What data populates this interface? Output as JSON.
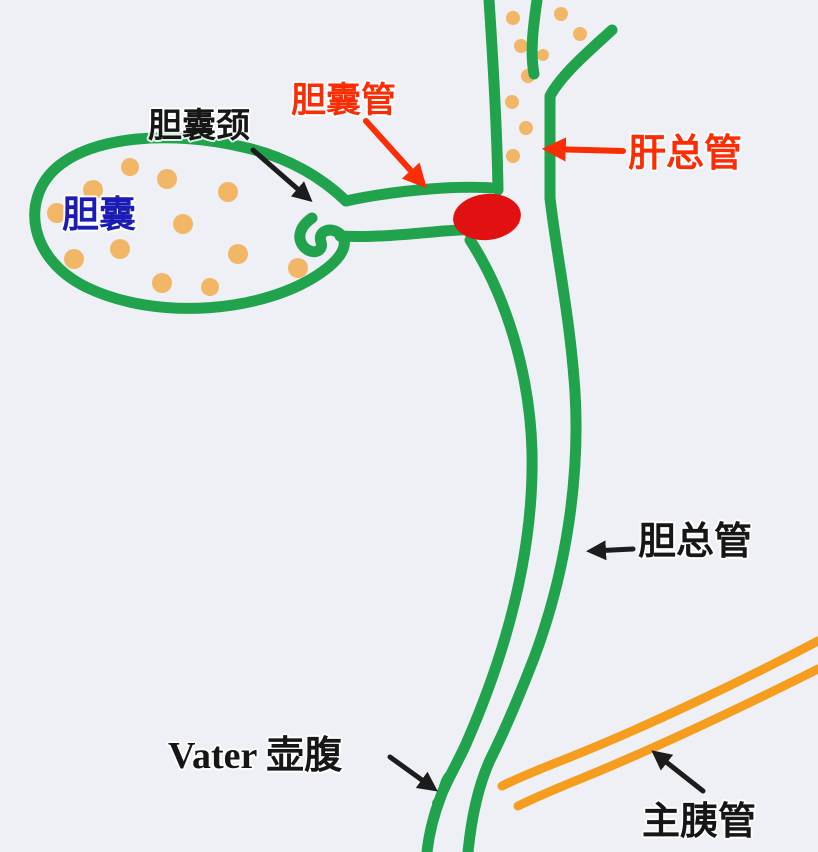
{
  "labels": {
    "gallbladder": "胆囊",
    "gallbladder_neck": "胆囊颈",
    "cystic_duct": "胆囊管",
    "common_hepatic_duct": "肝总管",
    "common_bile_duct": "胆总管",
    "ampulla_of_vater": "Vater 壶腹",
    "main_pancreatic_duct": "主胰管"
  },
  "colors": {
    "duct_green": "#21a24d",
    "stone_orange": "#f3a53f",
    "pancreatic_orange": "#f59d1e",
    "obstruction_red": "#e21111",
    "label_red": "#fa2d04",
    "label_blue": "#1b1bb5",
    "label_black": "#161616",
    "arrow_black": "#1c1c1c",
    "background": "#eef0f6"
  }
}
